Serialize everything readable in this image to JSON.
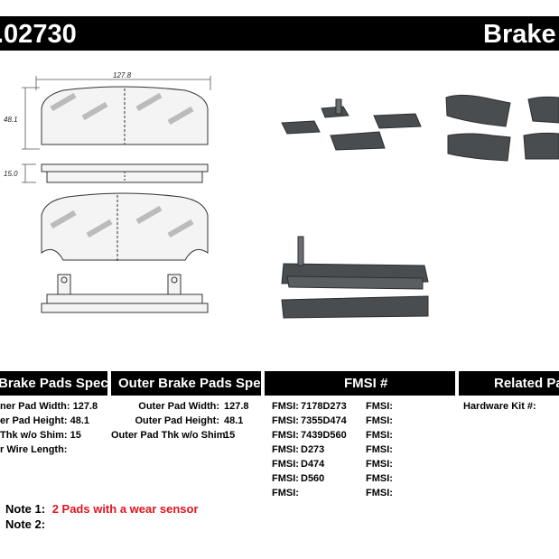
{
  "header": {
    "part_number": ".02730",
    "brand_title": "Brake P"
  },
  "drawing": {
    "dim_width": "127.8",
    "dim_height": "48.1",
    "dim_thickness": "15.0"
  },
  "columns": {
    "inner_title": "Brake Pads Specs",
    "outer_title": "Outer Brake Pads Specs",
    "fmsi_title": "FMSI #",
    "related_title": "Related Par"
  },
  "inner_specs": [
    {
      "label": "ner Pad Width:",
      "value": "127.8"
    },
    {
      "label": "er Pad Height:",
      "value": "48.1"
    },
    {
      "label": "Thk w/o Shim:",
      "value": "15"
    },
    {
      "label": "r Wire Length:",
      "value": ""
    }
  ],
  "outer_specs": [
    {
      "label": "Outer Pad Width:",
      "value": "127.8"
    },
    {
      "label": "Outer Pad Height:",
      "value": "48.1"
    },
    {
      "label": "Outer Pad Thk w/o Shim:",
      "value": "15"
    }
  ],
  "fmsi_left": [
    {
      "label": "FMSI:",
      "value": "7178D273"
    },
    {
      "label": "FMSI:",
      "value": "7355D474"
    },
    {
      "label": "FMSI:",
      "value": "7439D560"
    },
    {
      "label": "FMSI:",
      "value": "D273"
    },
    {
      "label": "FMSI:",
      "value": "D474"
    },
    {
      "label": "FMSI:",
      "value": "D560"
    },
    {
      "label": "FMSI:",
      "value": ""
    }
  ],
  "fmsi_right": [
    {
      "label": "FMSI:",
      "value": ""
    },
    {
      "label": "FMSI:",
      "value": ""
    },
    {
      "label": "FMSI:",
      "value": ""
    },
    {
      "label": "FMSI:",
      "value": ""
    },
    {
      "label": "FMSI:",
      "value": ""
    },
    {
      "label": "FMSI:",
      "value": ""
    },
    {
      "label": "FMSI:",
      "value": ""
    }
  ],
  "related": {
    "hardware_label": "Hardware Kit #:",
    "hardware_value": ""
  },
  "notes": [
    {
      "label": "Note 1:",
      "value": "2 Pads with a wear sensor"
    },
    {
      "label": "Note 2:",
      "value": ""
    }
  ],
  "colors": {
    "bar": "#000000",
    "note_red": "#e0141e",
    "pad_dark": "#4a4d4f"
  }
}
